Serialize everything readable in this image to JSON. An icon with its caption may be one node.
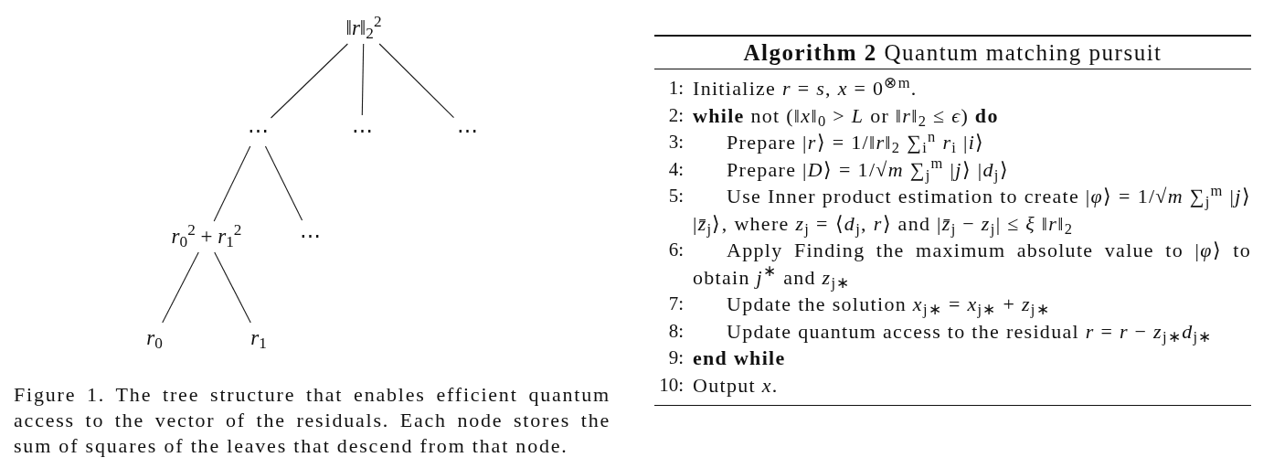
{
  "diagram": {
    "caption": "Figure 1. The tree structure that enables efficient quantum access to the vector of the residuals. Each node stores the sum of squares of the leaves that descend from that node.",
    "nodes": [
      {
        "text": [
          "‖*r*‖$_{2}$$^{2}$"
        ]
      },
      {
        "text": [
          "⋯"
        ]
      },
      {
        "text": [
          "⋯"
        ]
      },
      {
        "text": [
          "⋯"
        ]
      },
      {
        "text": [
          "*r*$_{0}$$^{2}$ + *r*$_{1}$$^{2}$"
        ]
      },
      {
        "text": [
          "⋯"
        ]
      },
      {
        "text": [
          "*r*$_{0}$"
        ]
      },
      {
        "text": [
          "*r*$_{1}$"
        ]
      }
    ],
    "edges": [
      {
        "from": 0,
        "to": 1,
        "arrow": "none"
      },
      {
        "from": 0,
        "to": 2,
        "arrow": "none"
      },
      {
        "from": 0,
        "to": 3,
        "arrow": "none"
      },
      {
        "from": 1,
        "to": 4,
        "arrow": "none"
      },
      {
        "from": 1,
        "to": 5,
        "arrow": "none"
      },
      {
        "from": 4,
        "to": 6,
        "arrow": "none"
      },
      {
        "from": 4,
        "to": 7,
        "arrow": "none"
      }
    ],
    "labels": [
      "**Algorithm 2** Quantum matching pursuit",
      "1:",
      "Initialize *r* = *s*, *x* = 0$^{⊗m}$.",
      "2:",
      "**while** not (‖*x*‖$_{0}$ > *L* or ‖*r*‖$_{2}$ ≤ *ϵ*) **do**",
      "3:",
      "Prepare |*r*⟩ = 1/‖*r*‖$_{2}$ ∑$_{i}$$^{n}$ *r*$_{i}$ |*i*⟩",
      "4:",
      "Prepare |*D*⟩ = 1/√*m* ∑$_{j}$$^{m}$ |*j*⟩ |*d*$_{j}$⟩",
      "5:",
      "Use Inner product estimation to create |*φ*⟩ = 1/√*m* ∑$_{j}$$^{m}$ |*j*⟩ |*z̄*$_{j}$⟩, where *z*$_{j}$ = ⟨*d*$_{j}$, *r*⟩ and |*z̄*$_{j}$ − *z*$_{j}$| ≤ *ξ* ‖*r*‖$_{2}$",
      "6:",
      "Apply Finding the maximum absolute value to |*φ*⟩ to obtain *j*$^{∗}$ and *z*$_{j∗}$",
      "7:",
      "Update the solution *x*$_{j∗}$ = *x*$_{j∗}$ + *z*$_{j∗}$",
      "8:",
      "Update quantum access to the residual *r* = *r* − *z*$_{j∗}$*d*$_{j∗}$",
      "9:",
      "end while",
      "10:",
      "Output *x*."
    ]
  }
}
